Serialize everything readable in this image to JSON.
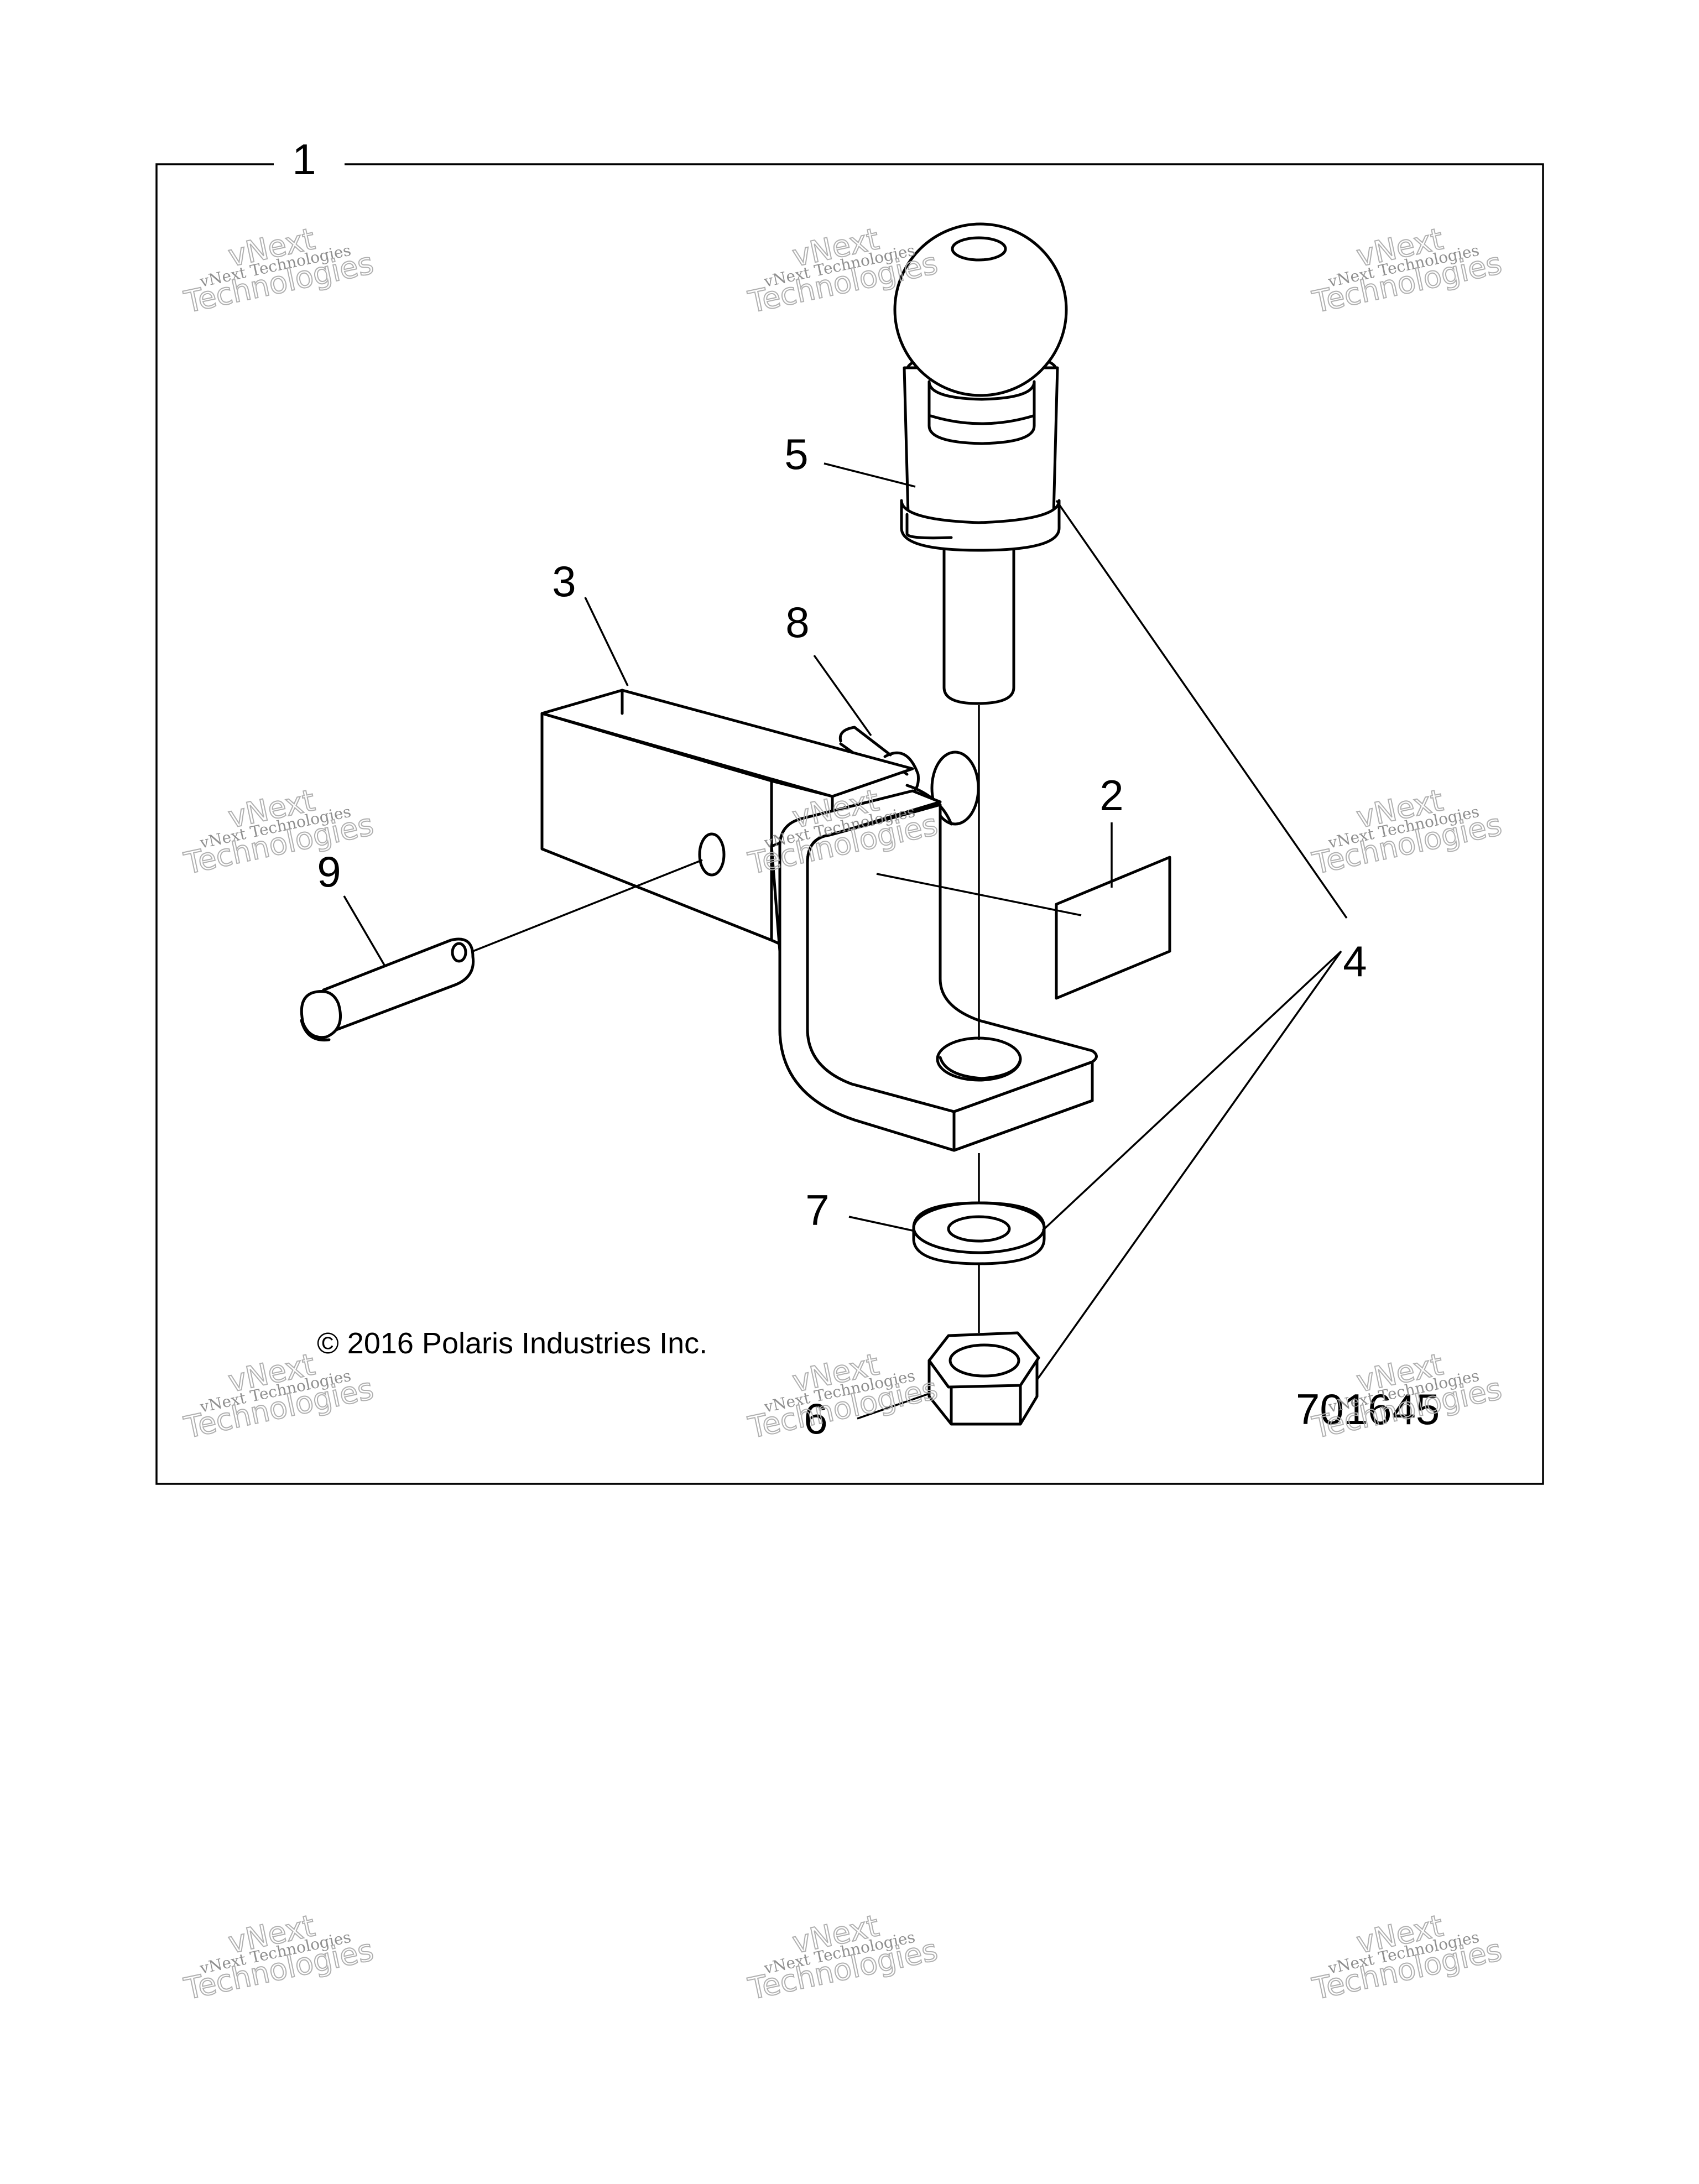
{
  "callouts": {
    "c1": "1",
    "c2": "2",
    "c3": "3",
    "c4": "4",
    "c5": "5",
    "c6": "6",
    "c7": "7",
    "c8": "8",
    "c9": "9"
  },
  "copyright": "© 2016 Polaris Industries Inc.",
  "figure_number": "701645",
  "watermark": {
    "line1": "vNext Technologies",
    "big": "vNext",
    "big2": "Technologies"
  }
}
